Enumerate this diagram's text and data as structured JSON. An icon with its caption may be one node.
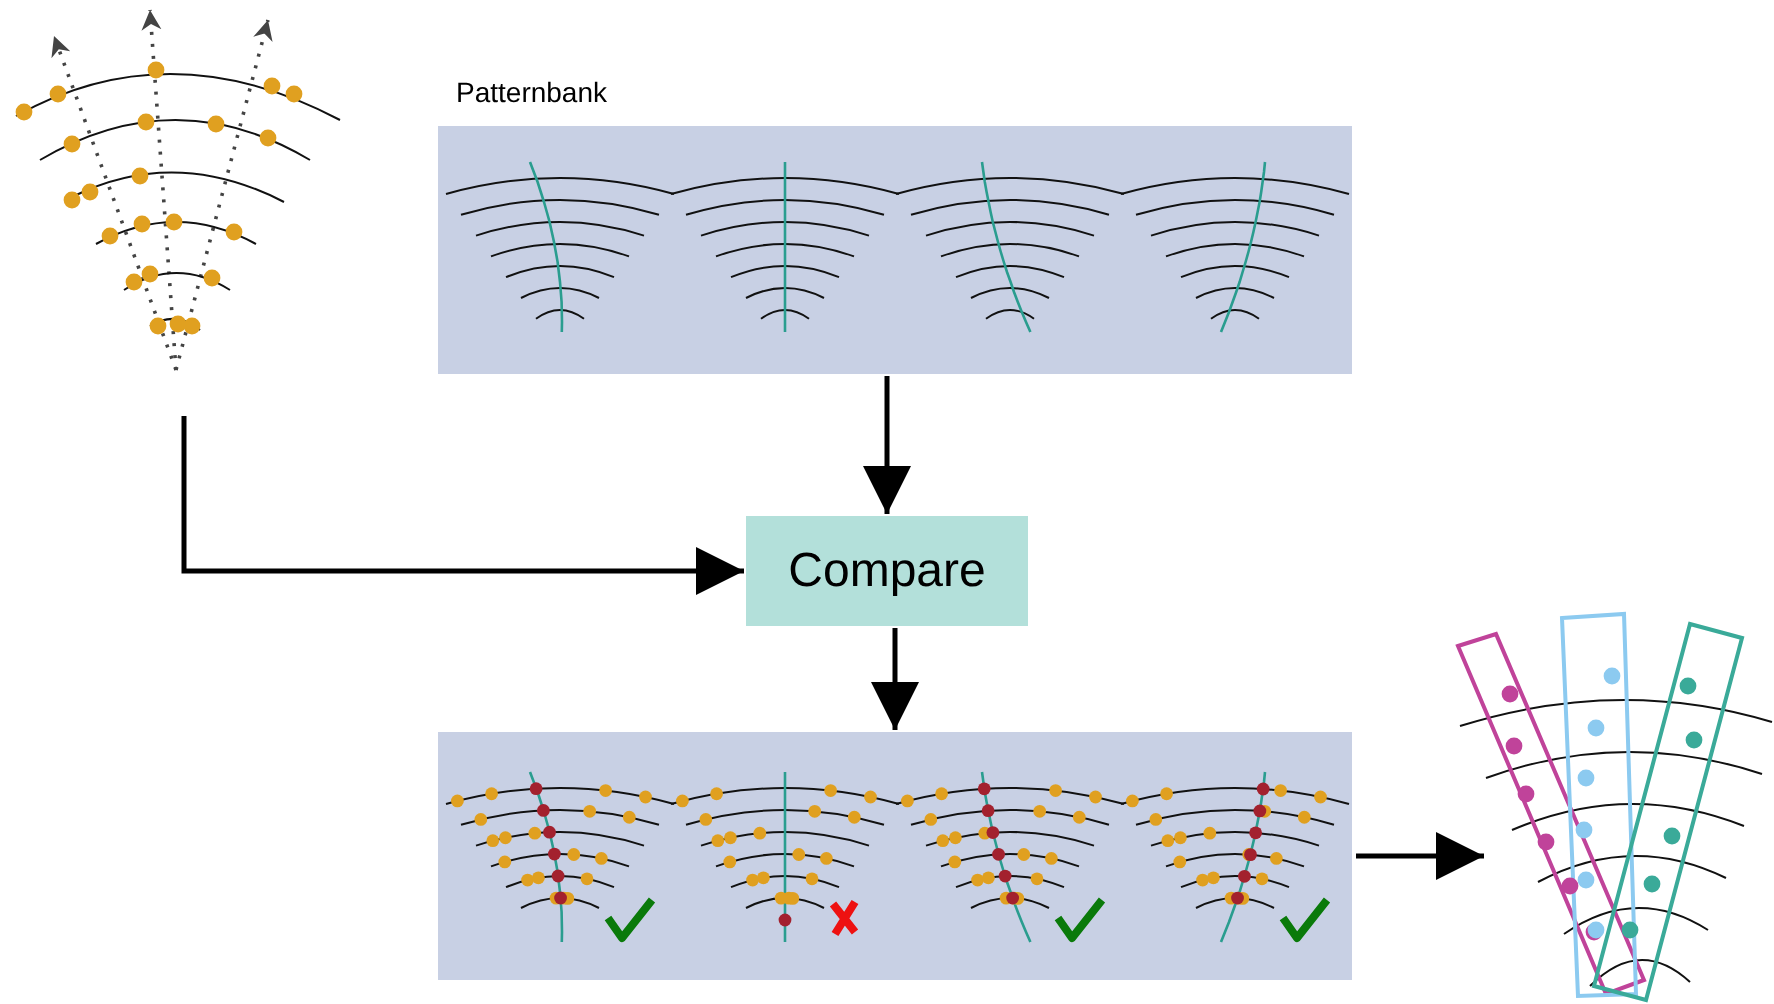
{
  "diagram": {
    "nodes": [
      {
        "text": [],
        "shape": "picture"
      },
      {
        "text": [
          "Patternbank"
        ]
      },
      {
        "text": [
          "Compare"
        ]
      },
      {
        "text": [],
        "shape": "box"
      },
      {
        "text": [],
        "shape": "picture"
      }
    ],
    "edges": [
      {
        "from": 0,
        "to": 2,
        "arrow": "to"
      },
      {
        "from": 1,
        "to": 2,
        "arrow": "to"
      },
      {
        "from": 2,
        "to": 3,
        "arrow": "to"
      },
      {
        "from": 3,
        "to": 4,
        "arrow": "to"
      }
    ]
  }
}
